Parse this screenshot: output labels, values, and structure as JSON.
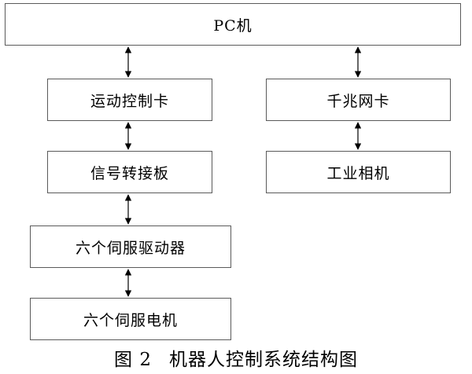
{
  "diagram": {
    "nodes": {
      "pc": "PC机",
      "motion_card": "运动控制卡",
      "signal_board": "信号转接板",
      "servo_drivers": "六个伺服驱动器",
      "servo_motors": "六个伺服电机",
      "gigabit_nic": "千兆网卡",
      "industrial_camera": "工业相机"
    },
    "edges": [
      {
        "from": "pc",
        "to": "motion_card",
        "type": "bidirectional"
      },
      {
        "from": "motion_card",
        "to": "signal_board",
        "type": "bidirectional"
      },
      {
        "from": "signal_board",
        "to": "servo_drivers",
        "type": "bidirectional"
      },
      {
        "from": "servo_drivers",
        "to": "servo_motors",
        "type": "bidirectional"
      },
      {
        "from": "pc",
        "to": "gigabit_nic",
        "type": "bidirectional"
      },
      {
        "from": "gigabit_nic",
        "to": "industrial_camera",
        "type": "bidirectional"
      }
    ],
    "line_color": "#000000",
    "box_border_color": "#5a5a5a"
  },
  "caption": {
    "figure_number": "图 2",
    "title": "机器人控制系统结构图"
  }
}
